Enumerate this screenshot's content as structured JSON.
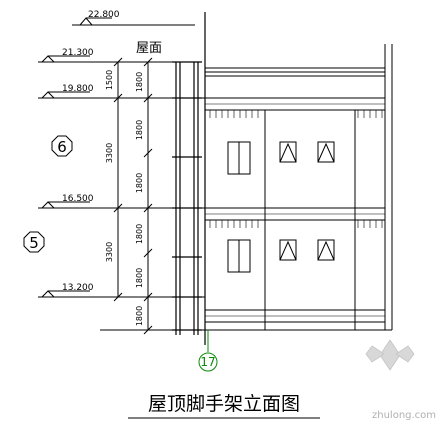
{
  "levels": [
    {
      "label": "22.800"
    },
    {
      "label": "21.300"
    },
    {
      "label": "19.800"
    },
    {
      "label": "16.500"
    },
    {
      "label": "13.200"
    }
  ],
  "roof_label": "屋面",
  "dimensions": {
    "left": [
      "1500",
      "3300",
      "3300"
    ],
    "inner": [
      "1800",
      "1800",
      "1800",
      "1800",
      "1800",
      "1800"
    ]
  },
  "floors": [
    "6",
    "5"
  ],
  "axis_label": "17",
  "title": "屋顶脚手架立面图",
  "watermark": "zhulong.com",
  "colors": {
    "line": "#000000",
    "axis": "#0a8a0a",
    "watermark": "#b0b0b0"
  }
}
